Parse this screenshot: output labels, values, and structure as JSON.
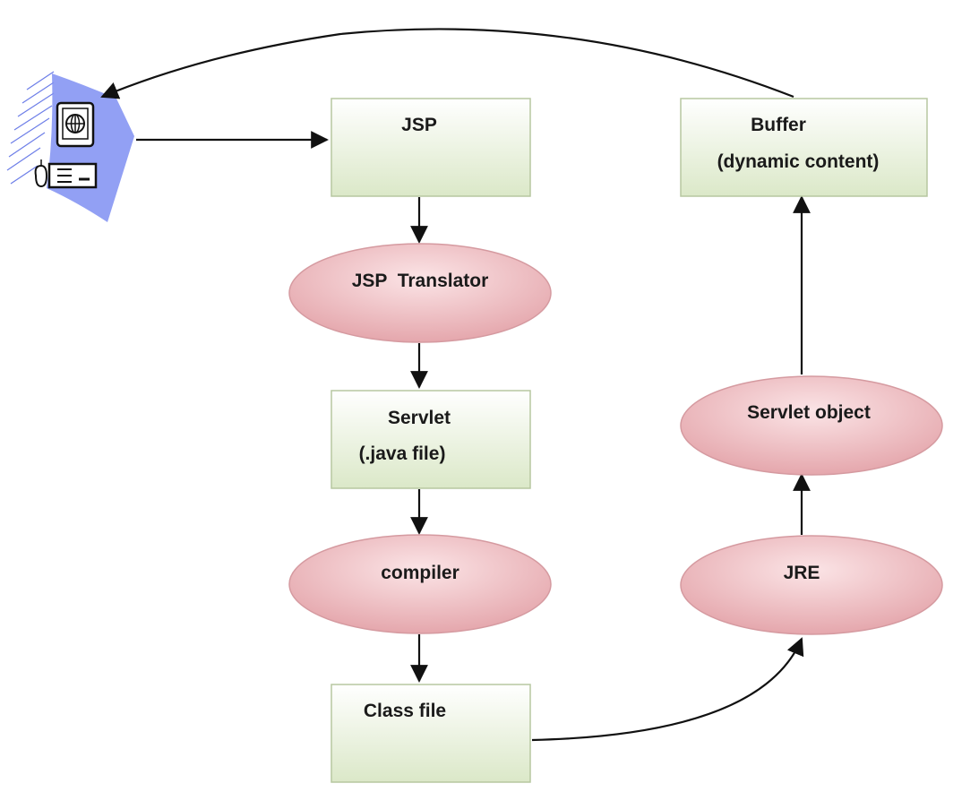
{
  "nodes": {
    "jsp": {
      "lines": [
        "JSP"
      ]
    },
    "jsp_translator": {
      "lines": [
        "JSP  Translator"
      ]
    },
    "servlet": {
      "lines": [
        "Servlet",
        "(.java file)"
      ]
    },
    "compiler": {
      "lines": [
        "compiler"
      ]
    },
    "class_file": {
      "lines": [
        "Class file"
      ]
    },
    "jre": {
      "lines": [
        "JRE"
      ]
    },
    "servlet_object": {
      "lines": [
        "Servlet object"
      ]
    },
    "buffer": {
      "lines": [
        "Buffer",
        "(dynamic content)"
      ]
    }
  },
  "colors": {
    "box_fill_top": "#ffffff",
    "box_fill_bottom": "#dbe8c8",
    "box_stroke": "#b7c7a0",
    "ellipse_fill_center": "#fbe4e6",
    "ellipse_fill_edge": "#e3a2a8",
    "ellipse_stroke": "#d59aa0",
    "arrow": "#111111",
    "client_panel": "#7f8ff2",
    "client_lines": "#6d7ee8"
  },
  "icons": {
    "client": "computer-monitor-icon"
  }
}
